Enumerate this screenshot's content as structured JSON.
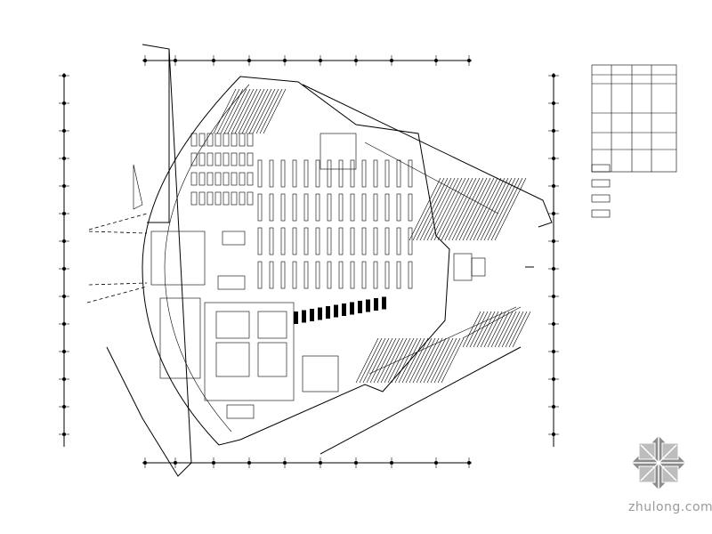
{
  "drawing": {
    "type": "floor-plan",
    "legend": {
      "table_rows": 5,
      "swatch_items": 4
    }
  },
  "watermark": {
    "text": "zhulong.com"
  },
  "colors": {
    "line": "#000000",
    "watermark": "#9a9a9a"
  }
}
